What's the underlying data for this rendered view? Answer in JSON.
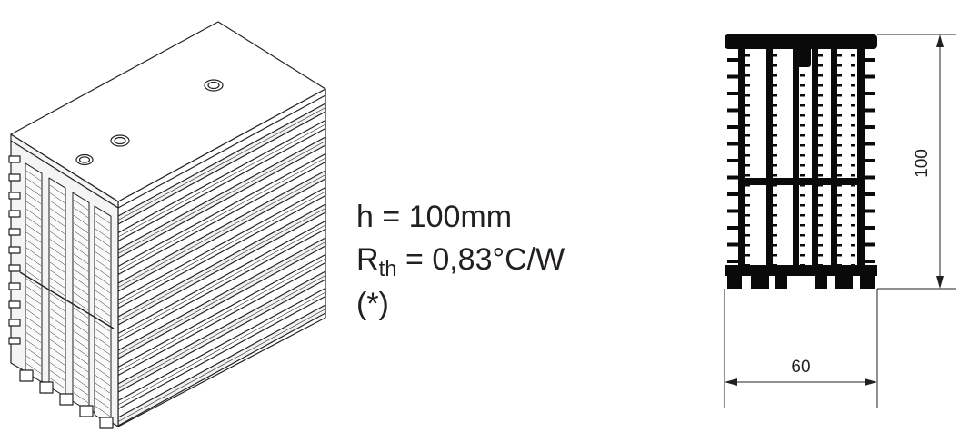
{
  "specs": {
    "height_line": "h = 100mm",
    "rth_symbol": "R",
    "rth_subscript": "th",
    "rth_value": " = 0,83°C/W",
    "footnote_mark": "(*)"
  },
  "dimensions": {
    "height": "100",
    "width": "60"
  },
  "colors": {
    "ink": "#231f20",
    "profile": "#0a0a0a"
  }
}
